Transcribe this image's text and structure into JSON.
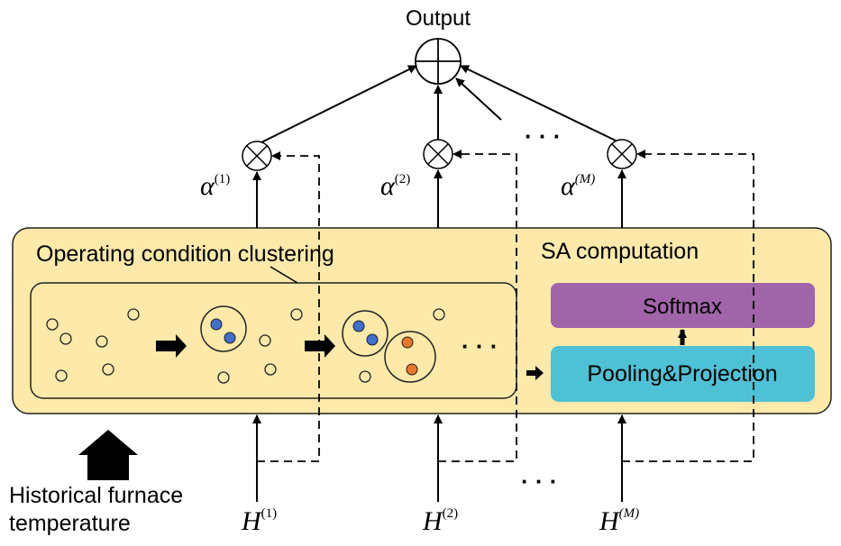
{
  "title": "Output",
  "clustering_label": "Operating condition clustering",
  "sa_label": "SA computation",
  "softmax_label": "Softmax",
  "pooling_label": "Pooling&Projection",
  "input_label_line1": "Historical furnace",
  "input_label_line2": "temperature",
  "alpha_symbol": "α",
  "h_symbol": "H",
  "head_indices": [
    "(1)",
    "(2)",
    "(M)"
  ],
  "ellipsis": "· · ·",
  "colors": {
    "panel_fill": "#fde9a9",
    "softmax_fill": "#a064a8",
    "pooling_fill": "#4fc1d4",
    "blue_point": "#3f6fcf",
    "orange_point": "#e8782c",
    "hollow_point": "#fde9a9"
  }
}
